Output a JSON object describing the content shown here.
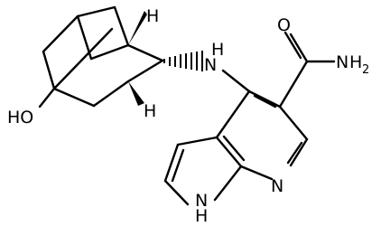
{
  "atoms": {
    "nh_amine": "N",
    "nh_amine_h": "H",
    "oxygen_amide": "O",
    "amide_n": "N",
    "amide_h": "H",
    "amide_h_count": "2",
    "pyridine_n": "N",
    "pyrrole_n": "N",
    "pyrrole_h": "H",
    "hydroxyl": "HO",
    "stereo_h_top": "H",
    "stereo_h_bottom": "H"
  }
}
